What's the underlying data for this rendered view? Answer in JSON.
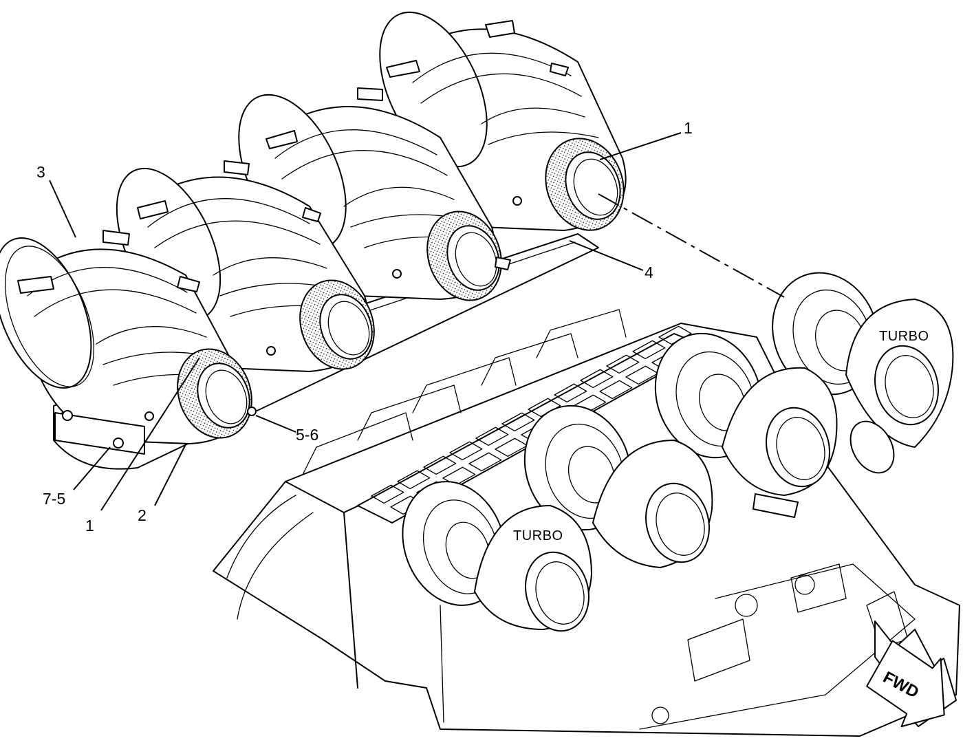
{
  "callouts": [
    {
      "id": "c1-top",
      "text": "1"
    },
    {
      "id": "c3",
      "text": "3"
    },
    {
      "id": "c4",
      "text": "4"
    },
    {
      "id": "c5-6",
      "text": "5-6"
    },
    {
      "id": "c7-5",
      "text": "7-5"
    },
    {
      "id": "c1-bottom",
      "text": "1"
    },
    {
      "id": "c2",
      "text": "2"
    }
  ],
  "turbo_labels": [
    "TURBO",
    "TURBO"
  ],
  "direction_arrow": {
    "text": "FWD",
    "icon": "forward-arrow-icon"
  }
}
